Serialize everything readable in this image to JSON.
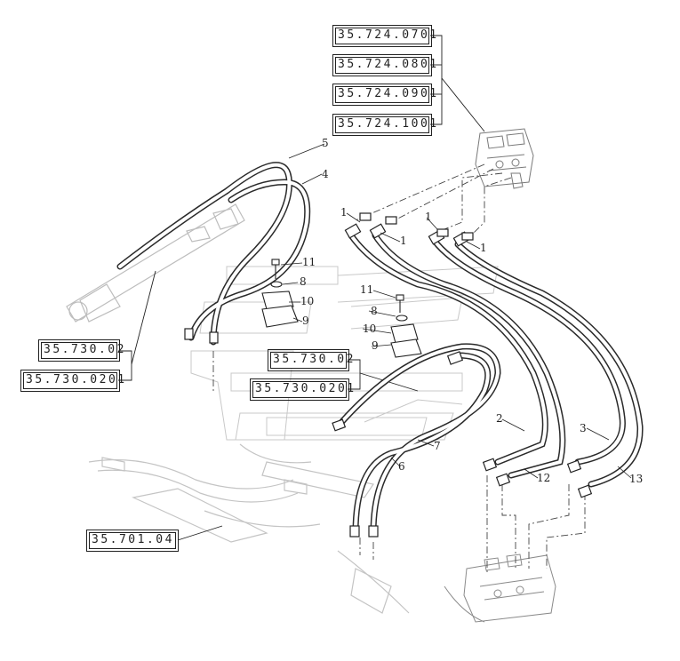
{
  "reference_boxes": [
    {
      "id": "r1",
      "label": "35.724.0701"
    },
    {
      "id": "r2",
      "label": "35.724.0801"
    },
    {
      "id": "r3",
      "label": "35.724.0901"
    },
    {
      "id": "r4",
      "label": "35.724.1001"
    },
    {
      "id": "r5",
      "label": "35.730.02"
    },
    {
      "id": "r6",
      "label": "35.730.0201"
    },
    {
      "id": "r7",
      "label": "35.730.02"
    },
    {
      "id": "r8",
      "label": "35.730.0201"
    },
    {
      "id": "r9",
      "label": "35.701.04"
    }
  ],
  "callouts": [
    {
      "id": "c5",
      "label": "5"
    },
    {
      "id": "c4",
      "label": "4"
    },
    {
      "id": "c1a",
      "label": "1"
    },
    {
      "id": "c1b",
      "label": "1"
    },
    {
      "id": "c1c",
      "label": "1"
    },
    {
      "id": "c1d",
      "label": "1"
    },
    {
      "id": "c11a",
      "label": "11"
    },
    {
      "id": "c8a",
      "label": "8"
    },
    {
      "id": "c10a",
      "label": "10"
    },
    {
      "id": "c9a",
      "label": "9"
    },
    {
      "id": "c11b",
      "label": "11"
    },
    {
      "id": "c8b",
      "label": "8"
    },
    {
      "id": "c10b",
      "label": "10"
    },
    {
      "id": "c9b",
      "label": "9"
    },
    {
      "id": "c2",
      "label": "2"
    },
    {
      "id": "c12",
      "label": "12"
    },
    {
      "id": "c3",
      "label": "3"
    },
    {
      "id": "c13",
      "label": "13"
    },
    {
      "id": "c7",
      "label": "7"
    },
    {
      "id": "c6",
      "label": "6"
    }
  ]
}
